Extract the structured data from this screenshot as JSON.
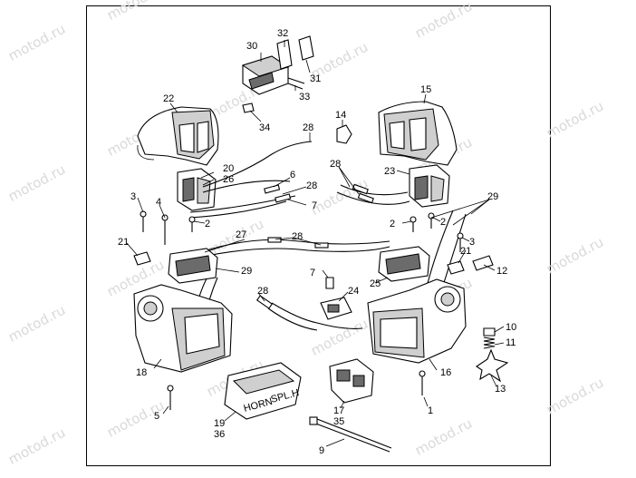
{
  "watermark": "motod.ru",
  "callouts": [
    {
      "id": "c1",
      "text": "1"
    },
    {
      "id": "c2a",
      "text": "2"
    },
    {
      "id": "c2b",
      "text": "2"
    },
    {
      "id": "c2c",
      "text": "2"
    },
    {
      "id": "c3a",
      "text": "3"
    },
    {
      "id": "c3b",
      "text": "3"
    },
    {
      "id": "c4",
      "text": "4"
    },
    {
      "id": "c5",
      "text": "5"
    },
    {
      "id": "c6",
      "text": "6"
    },
    {
      "id": "c7a",
      "text": "7"
    },
    {
      "id": "c7b",
      "text": "7"
    },
    {
      "id": "c9",
      "text": "9"
    },
    {
      "id": "c10",
      "text": "10"
    },
    {
      "id": "c11",
      "text": "11"
    },
    {
      "id": "c12",
      "text": "12"
    },
    {
      "id": "c13",
      "text": "13"
    },
    {
      "id": "c14",
      "text": "14"
    },
    {
      "id": "c15",
      "text": "15"
    },
    {
      "id": "c16",
      "text": "16"
    },
    {
      "id": "c17",
      "text": "17"
    },
    {
      "id": "c18",
      "text": "18"
    },
    {
      "id": "c19",
      "text": "19"
    },
    {
      "id": "c20",
      "text": "20"
    },
    {
      "id": "c21a",
      "text": "21"
    },
    {
      "id": "c21b",
      "text": "21"
    },
    {
      "id": "c22",
      "text": "22"
    },
    {
      "id": "c23",
      "text": "23"
    },
    {
      "id": "c24",
      "text": "24"
    },
    {
      "id": "c25",
      "text": "25"
    },
    {
      "id": "c26",
      "text": "26"
    },
    {
      "id": "c27",
      "text": "27"
    },
    {
      "id": "c28a",
      "text": "28"
    },
    {
      "id": "c28b",
      "text": "28"
    },
    {
      "id": "c28c",
      "text": "28"
    },
    {
      "id": "c28d",
      "text": "28"
    },
    {
      "id": "c28e",
      "text": "28"
    },
    {
      "id": "c29a",
      "text": "29"
    },
    {
      "id": "c29b",
      "text": "29"
    },
    {
      "id": "c30",
      "text": "30"
    },
    {
      "id": "c31",
      "text": "31"
    },
    {
      "id": "c32",
      "text": "32"
    },
    {
      "id": "c33",
      "text": "33"
    },
    {
      "id": "c34",
      "text": "34"
    },
    {
      "id": "c35",
      "text": "35"
    },
    {
      "id": "c36",
      "text": "36"
    }
  ],
  "switch_labels": {
    "horn": "HORN",
    "spl": "SPL.H"
  }
}
